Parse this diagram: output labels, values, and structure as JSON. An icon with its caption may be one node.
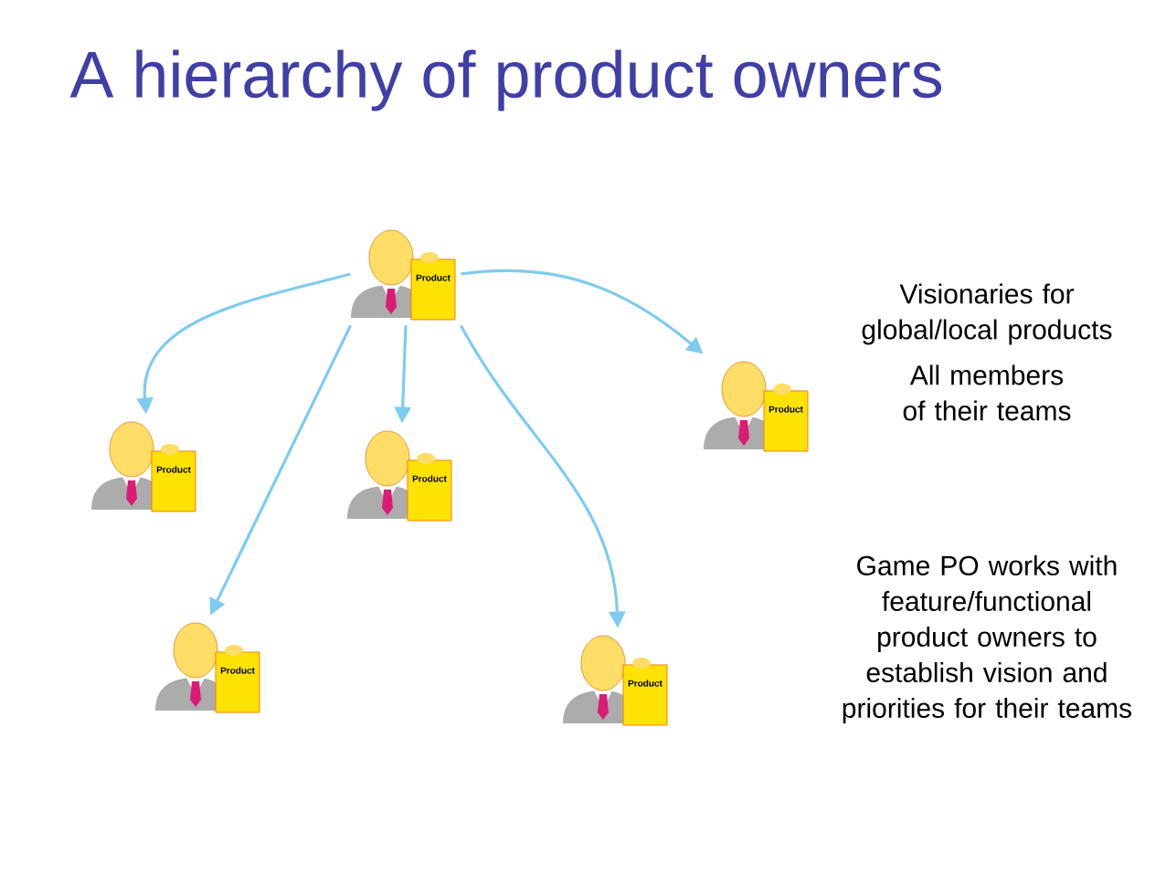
{
  "diagram": {
    "title": "A hierarchy of product owners",
    "nodes": [
      {
        "text": [
          "Product"
        ]
      },
      {
        "text": [
          "Product"
        ]
      },
      {
        "text": [
          "Product"
        ]
      },
      {
        "text": [
          "Product"
        ]
      },
      {
        "text": [
          "Product"
        ]
      },
      {
        "text": [
          "Product"
        ]
      }
    ],
    "edges": [
      {
        "from": 0,
        "to": 1,
        "arrow": "to"
      },
      {
        "from": 0,
        "to": 2,
        "arrow": "to"
      },
      {
        "from": 0,
        "to": 3,
        "arrow": "to"
      },
      {
        "from": 0,
        "to": 4,
        "arrow": "to"
      },
      {
        "from": 0,
        "to": 5,
        "arrow": "to"
      }
    ],
    "labels": [
      "Visionaries for global/local products",
      "All members of their teams",
      "Game PO works with feature/functional product owners to establish vision and priorities for their teams"
    ]
  }
}
